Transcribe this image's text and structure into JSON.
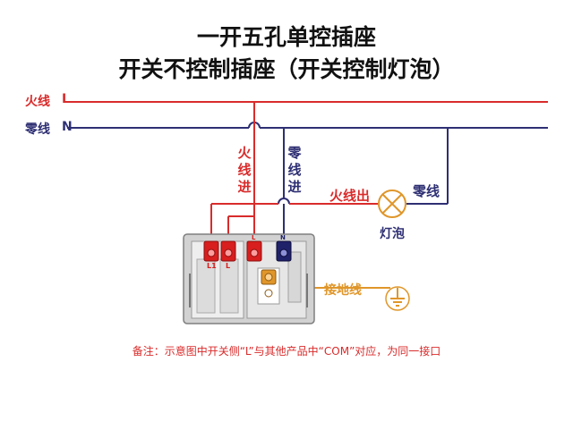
{
  "title": {
    "line1": "一开五孔单控插座",
    "line2": "开关不控制插座（开关控制灯泡）"
  },
  "wires": {
    "live_main": "火线",
    "live_letter": "L",
    "neutral_main": "零线",
    "neutral_letter": "N",
    "live_in": "火线进",
    "neutral_in": "零线进",
    "live_out": "火线出",
    "neutral_lamp": "零线",
    "lamp": "灯泡",
    "ground": "接地线"
  },
  "socket": {
    "terminal_L1": "L1",
    "terminal_L_switch": "L",
    "terminal_L": "L",
    "terminal_N": "N"
  },
  "note": "备注：示意图中开关侧“L”与其他产品中“COM”对应，为同一接口",
  "colors": {
    "live": "#d92b2b",
    "neutral": "#2e2f73",
    "ground": "#e0962a",
    "terminal_red": "#d81e1e",
    "terminal_navy": "#1f2169"
  }
}
